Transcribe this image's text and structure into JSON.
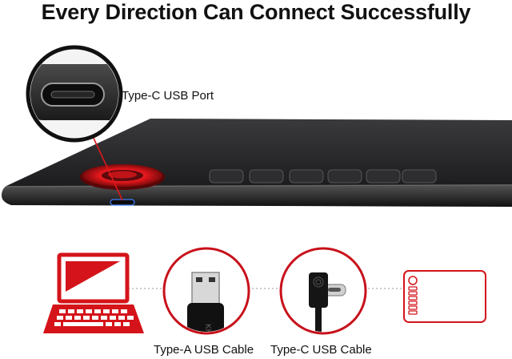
{
  "headline": "Every Direction Can Connect Successfully",
  "callout": {
    "port_label": "Type-C USB Port",
    "port_icon": "type-c-port-closeup"
  },
  "tablet": {
    "dial_color": "#e0161b",
    "body_color": "#1c1c1e",
    "express_key_count": 6
  },
  "connection_chain": {
    "accent_color": "#d4141a",
    "items": [
      {
        "icon": "laptop-icon"
      },
      {
        "icon": "type-a-usb-plug-icon",
        "caption": "Type-A USB Cable"
      },
      {
        "icon": "type-c-usb-plug-icon",
        "caption": "Type-C USB Cable"
      },
      {
        "icon": "drawing-tablet-icon"
      }
    ]
  }
}
